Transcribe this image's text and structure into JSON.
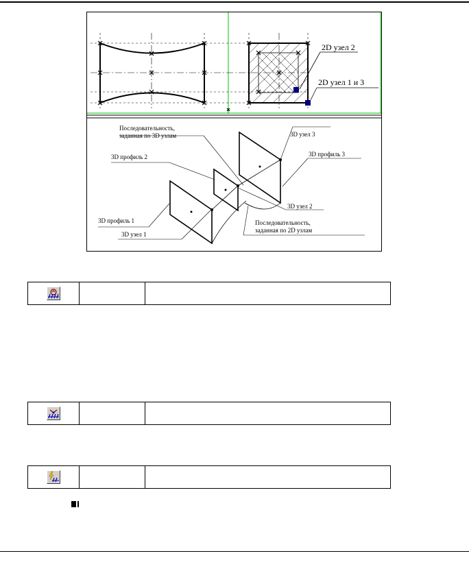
{
  "figure": {
    "labels": {
      "node2_2d": "2D узел 2",
      "node13_2d": "2D узел 1 и 3",
      "seq3d_line1": "Последовательность,",
      "seq3d_line2": "заданная по 3D узлам",
      "node3_3d": "3D узел 3",
      "profile2_3d": "3D профиль 2",
      "profile3_3d": "3D профиль 3",
      "node2_3d": "3D узел 2",
      "profile1_3d": "3D профиль 1",
      "seq2d_line1": "Последовательность,",
      "seq2d_line2": "заданная по 2D узлам",
      "node1_3d": "3D узел 1"
    },
    "colors": {
      "accent_green": "#00c000",
      "node_marker": "#000080"
    }
  },
  "commands": [
    {
      "icon": "profile-sequence-icon",
      "name": "",
      "description": ""
    },
    {
      "icon": "profile-node-icon",
      "name": "",
      "description": ""
    },
    {
      "icon": "profile-lightning-icon",
      "name": "",
      "description": ""
    }
  ],
  "glyph": {
    "icon": "small-black-square-icon"
  }
}
